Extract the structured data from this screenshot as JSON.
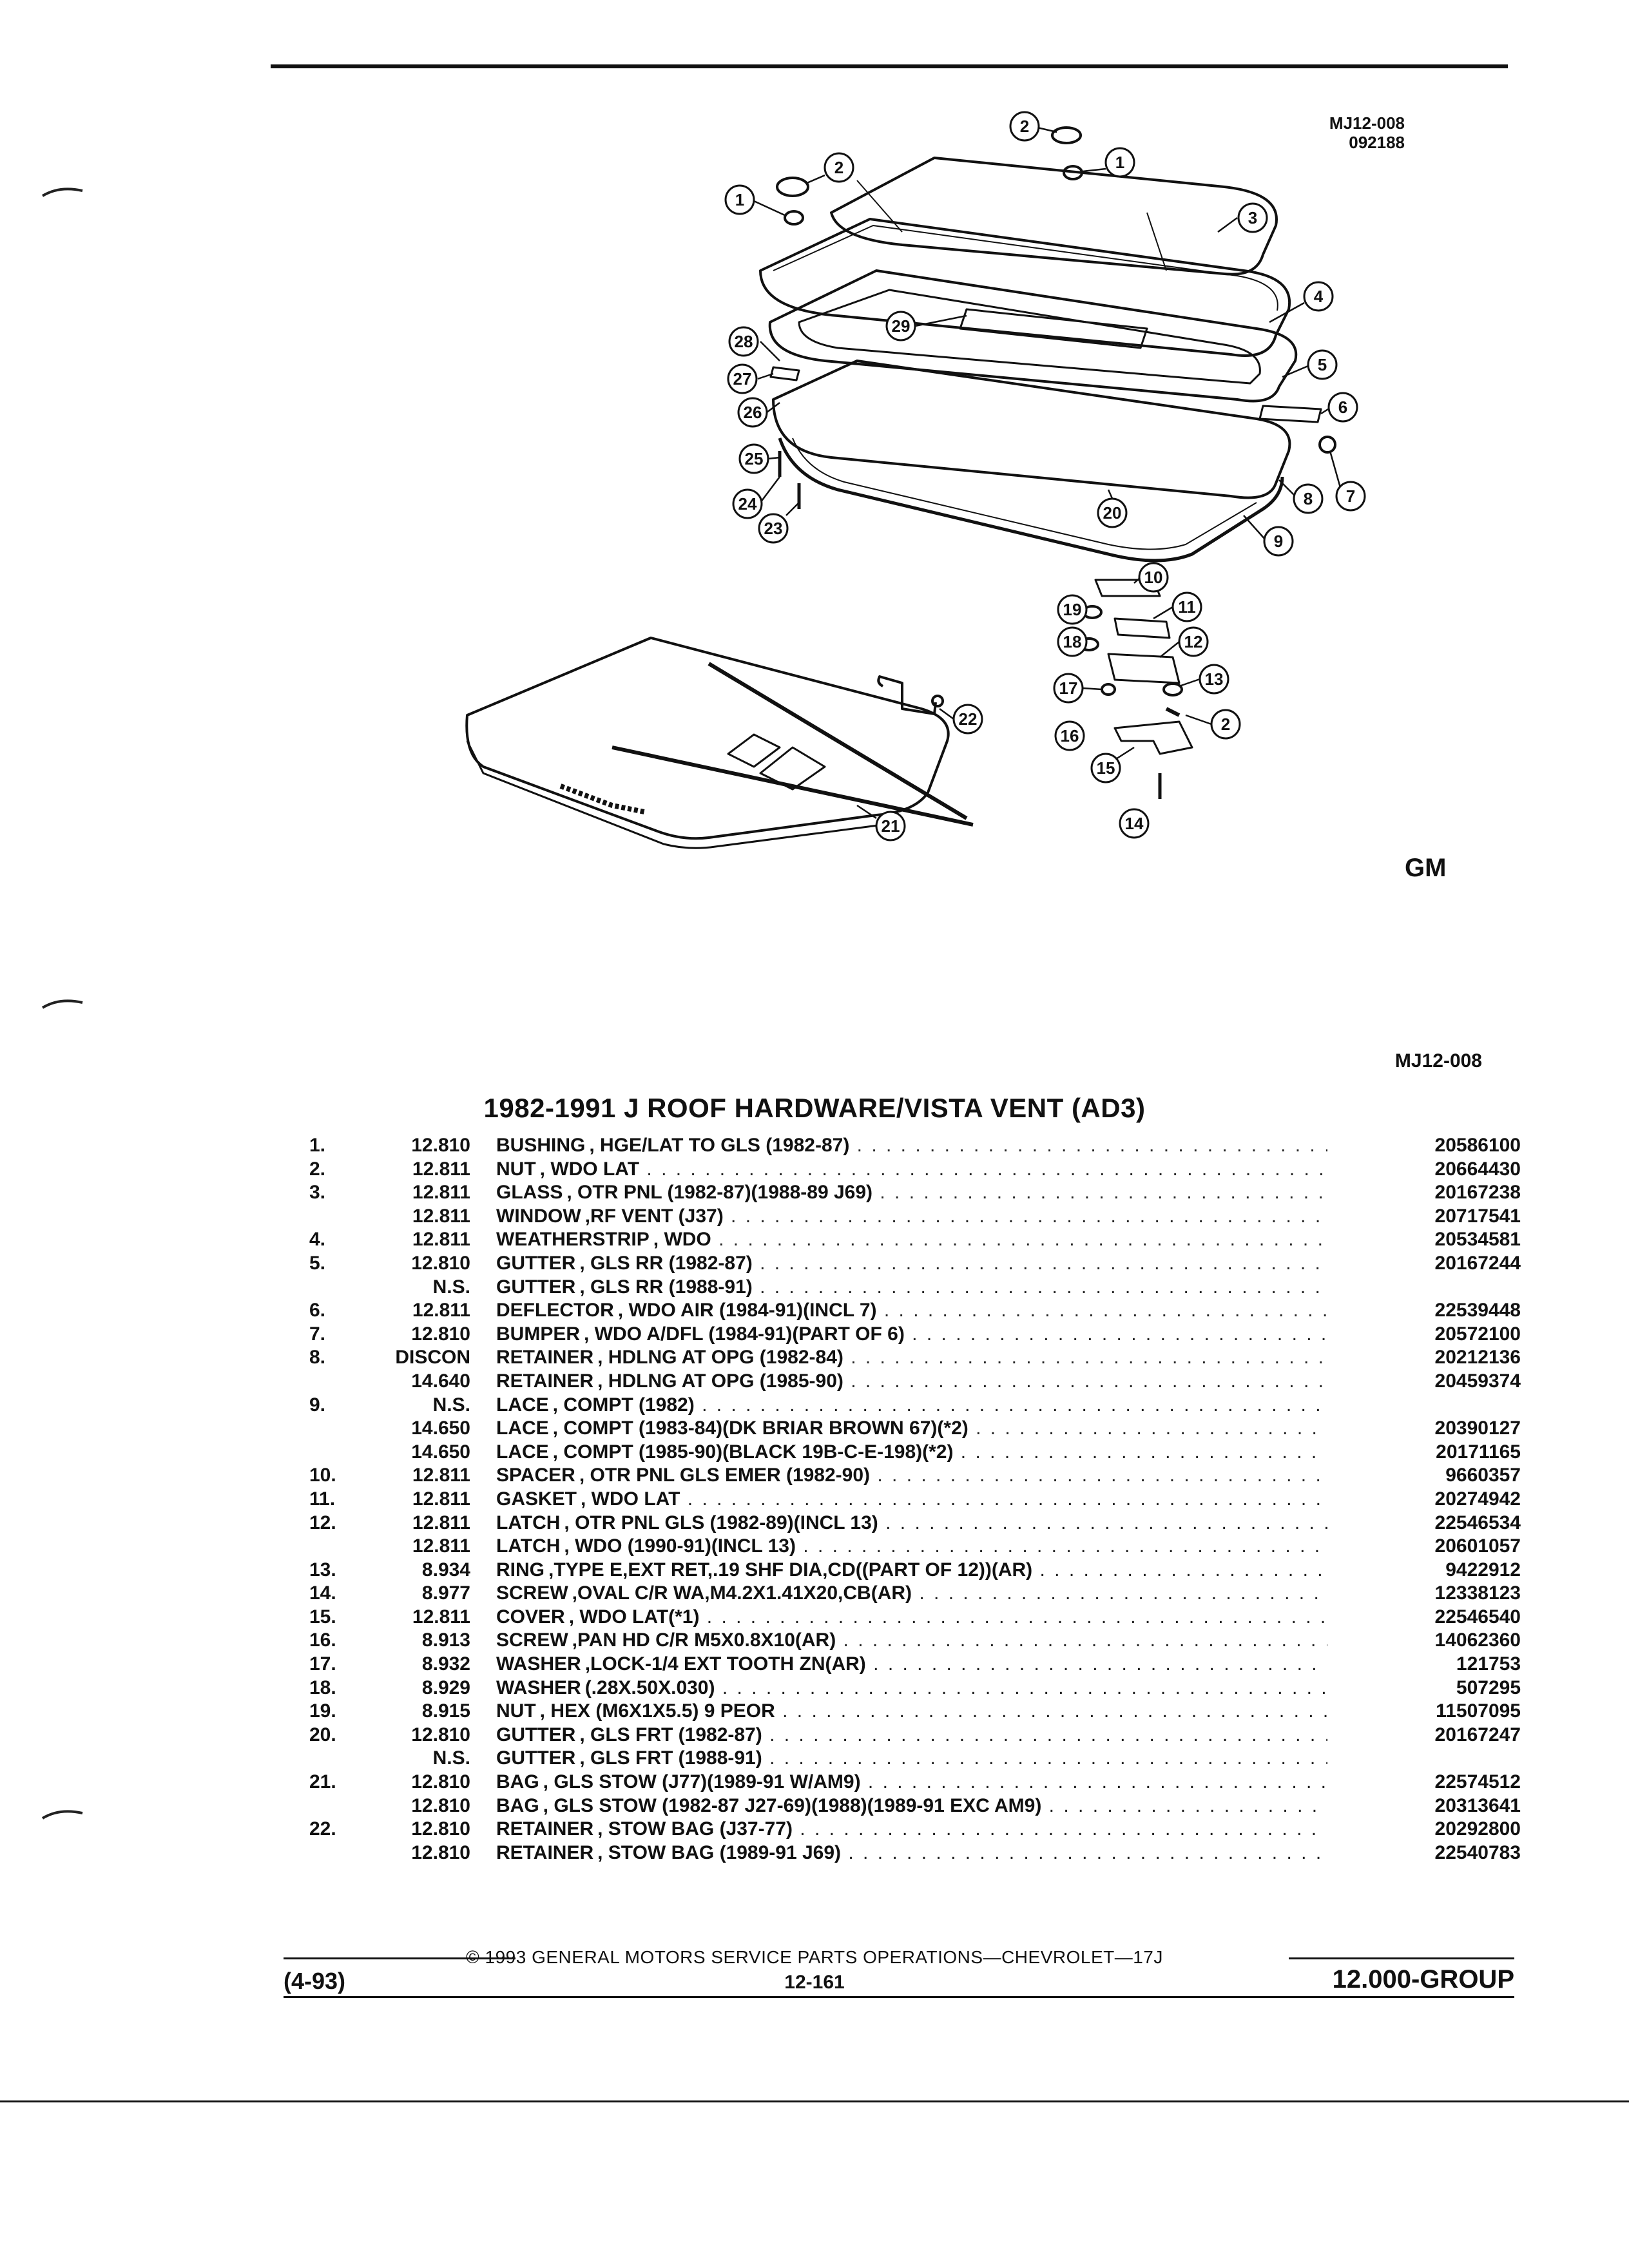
{
  "figure": {
    "ref_code": "MJ12-008",
    "date_code": "092188",
    "logo_mark": "GM",
    "callouts": [
      "1",
      "2",
      "3",
      "4",
      "5",
      "6",
      "7",
      "8",
      "9",
      "10",
      "11",
      "12",
      "13",
      "14",
      "15",
      "16",
      "17",
      "18",
      "19",
      "20",
      "21",
      "22",
      "23",
      "24",
      "25",
      "26",
      "27",
      "28",
      "29"
    ]
  },
  "section": {
    "ref_code": "MJ12-008",
    "title": "1982-1991 J ROOF HARDWARE/VISTA VENT (AD3)"
  },
  "parts": [
    {
      "index": "1.",
      "group": "12.810",
      "name": "BUSHING",
      "detail": ", HGE/LAT TO GLS (1982-87)",
      "part_number": "20586100"
    },
    {
      "index": "2.",
      "group": "12.811",
      "name": "NUT",
      "detail": ", WDO LAT",
      "part_number": "20664430"
    },
    {
      "index": "3.",
      "group": "12.811",
      "name": "GLASS",
      "detail": ", OTR PNL (1982-87)(1988-89 J69)",
      "part_number": "20167238"
    },
    {
      "index": "",
      "group": "12.811",
      "name": "WINDOW",
      "detail": ",RF VENT (J37)",
      "part_number": "20717541"
    },
    {
      "index": "4.",
      "group": "12.811",
      "name": "WEATHERSTRIP",
      "detail": ", WDO",
      "part_number": "20534581"
    },
    {
      "index": "5.",
      "group": "12.810",
      "name": "GUTTER",
      "detail": ", GLS RR (1982-87)",
      "part_number": "20167244"
    },
    {
      "index": "",
      "group": "N.S.",
      "name": "GUTTER",
      "detail": ", GLS RR (1988-91)",
      "part_number": ""
    },
    {
      "index": "6.",
      "group": "12.811",
      "name": "DEFLECTOR",
      "detail": ", WDO AIR (1984-91)(INCL 7)",
      "part_number": "22539448"
    },
    {
      "index": "7.",
      "group": "12.810",
      "name": "BUMPER",
      "detail": ", WDO A/DFL (1984-91)(PART OF 6)",
      "part_number": "20572100"
    },
    {
      "index": "8.",
      "group": "DISCON",
      "name": "RETAINER",
      "detail": ", HDLNG AT OPG (1982-84)",
      "part_number": "20212136"
    },
    {
      "index": "",
      "group": "14.640",
      "name": "RETAINER",
      "detail": ", HDLNG AT OPG (1985-90)",
      "part_number": "20459374"
    },
    {
      "index": "9.",
      "group": "N.S.",
      "name": "LACE",
      "detail": ", COMPT (1982)",
      "part_number": ""
    },
    {
      "index": "",
      "group": "14.650",
      "name": "LACE",
      "detail": ", COMPT (1983-84)(DK BRIAR BROWN 67)(*2)",
      "part_number": "20390127"
    },
    {
      "index": "",
      "group": "14.650",
      "name": "LACE",
      "detail": ", COMPT (1985-90)(BLACK 19B-C-E-198)(*2)",
      "part_number": "20171165"
    },
    {
      "index": "10.",
      "group": "12.811",
      "name": "SPACER",
      "detail": ", OTR PNL GLS EMER (1982-90)",
      "part_number": "9660357"
    },
    {
      "index": "11.",
      "group": "12.811",
      "name": "GASKET",
      "detail": ", WDO LAT",
      "part_number": "20274942"
    },
    {
      "index": "12.",
      "group": "12.811",
      "name": "LATCH",
      "detail": ", OTR PNL GLS (1982-89)(INCL 13)",
      "part_number": "22546534"
    },
    {
      "index": "",
      "group": "12.811",
      "name": "LATCH",
      "detail": ", WDO (1990-91)(INCL 13)",
      "part_number": "20601057"
    },
    {
      "index": "13.",
      "group": "8.934",
      "name": "RING",
      "detail": ",TYPE E,EXT RET,.19 SHF DIA,CD((PART OF 12))(AR)",
      "part_number": "9422912"
    },
    {
      "index": "14.",
      "group": "8.977",
      "name": "SCREW",
      "detail": ",OVAL C/R WA,M4.2X1.41X20,CB(AR)",
      "part_number": "12338123"
    },
    {
      "index": "15.",
      "group": "12.811",
      "name": "COVER",
      "detail": ", WDO LAT(*1)",
      "part_number": "22546540"
    },
    {
      "index": "16.",
      "group": "8.913",
      "name": "SCREW",
      "detail": ",PAN HD C/R M5X0.8X10(AR)",
      "part_number": "14062360"
    },
    {
      "index": "17.",
      "group": "8.932",
      "name": "WASHER",
      "detail": ",LOCK-1/4 EXT TOOTH ZN(AR)",
      "part_number": "121753"
    },
    {
      "index": "18.",
      "group": "8.929",
      "name": "WASHER",
      "detail": "(.28X.50X.030)",
      "part_number": "507295"
    },
    {
      "index": "19.",
      "group": "8.915",
      "name": "NUT",
      "detail": ", HEX (M6X1X5.5) 9 PEOR",
      "part_number": "11507095"
    },
    {
      "index": "20.",
      "group": "12.810",
      "name": "GUTTER",
      "detail": ", GLS FRT (1982-87)",
      "part_number": "20167247"
    },
    {
      "index": "",
      "group": "N.S.",
      "name": "GUTTER",
      "detail": ", GLS FRT (1988-91)",
      "part_number": ""
    },
    {
      "index": "21.",
      "group": "12.810",
      "name": "BAG",
      "detail": ", GLS STOW (J77)(1989-91 W/AM9)",
      "part_number": "22574512"
    },
    {
      "index": "",
      "group": "12.810",
      "name": "BAG",
      "detail": ", GLS STOW (1982-87 J27-69)(1988)(1989-91 EXC AM9)",
      "part_number": "20313641"
    },
    {
      "index": "22.",
      "group": "12.810",
      "name": "RETAINER",
      "detail": ", STOW BAG (J37-77)",
      "part_number": "20292800"
    },
    {
      "index": "",
      "group": "12.810",
      "name": "RETAINER",
      "detail": ", STOW BAG (1989-91 J69)",
      "part_number": "22540783"
    }
  ],
  "footer": {
    "copyright": "© 1993 GENERAL MOTORS SERVICE PARTS OPERATIONS—CHEVROLET—17J",
    "revision": "(4-93)",
    "page_number": "12-161",
    "group_label": "12.000-GROUP"
  }
}
